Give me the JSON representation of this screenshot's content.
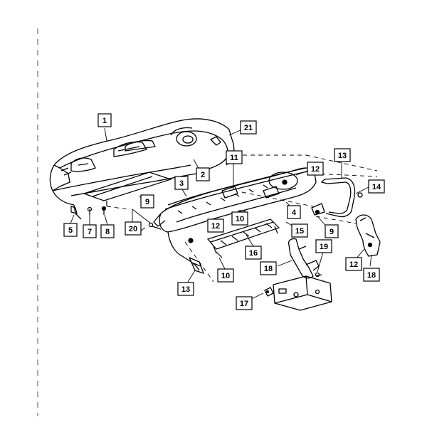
{
  "diagram": {
    "type": "exploded-parts-view",
    "line_color": "#000000",
    "background": "#ffffff",
    "callouts": [
      {
        "id": "c1",
        "text": "1"
      },
      {
        "id": "c2",
        "text": "2"
      },
      {
        "id": "c3",
        "text": "3"
      },
      {
        "id": "c4",
        "text": "4"
      },
      {
        "id": "c5",
        "text": "5"
      },
      {
        "id": "c7",
        "text": "7"
      },
      {
        "id": "c8",
        "text": "8"
      },
      {
        "id": "c9a",
        "text": "9"
      },
      {
        "id": "c9b",
        "text": "9"
      },
      {
        "id": "c10a",
        "text": "10"
      },
      {
        "id": "c10b",
        "text": "10"
      },
      {
        "id": "c11",
        "text": "11"
      },
      {
        "id": "c12a",
        "text": "12"
      },
      {
        "id": "c12b",
        "text": "12"
      },
      {
        "id": "c12c",
        "text": "12"
      },
      {
        "id": "c13a",
        "text": "13"
      },
      {
        "id": "c13b",
        "text": "13"
      },
      {
        "id": "c14",
        "text": "14"
      },
      {
        "id": "c15",
        "text": "15"
      },
      {
        "id": "c16",
        "text": "16"
      },
      {
        "id": "c17",
        "text": "17"
      },
      {
        "id": "c18a",
        "text": "18"
      },
      {
        "id": "c18b",
        "text": "18"
      },
      {
        "id": "c19",
        "text": "19"
      },
      {
        "id": "c20",
        "text": "20"
      },
      {
        "id": "c21",
        "text": "21"
      }
    ]
  }
}
